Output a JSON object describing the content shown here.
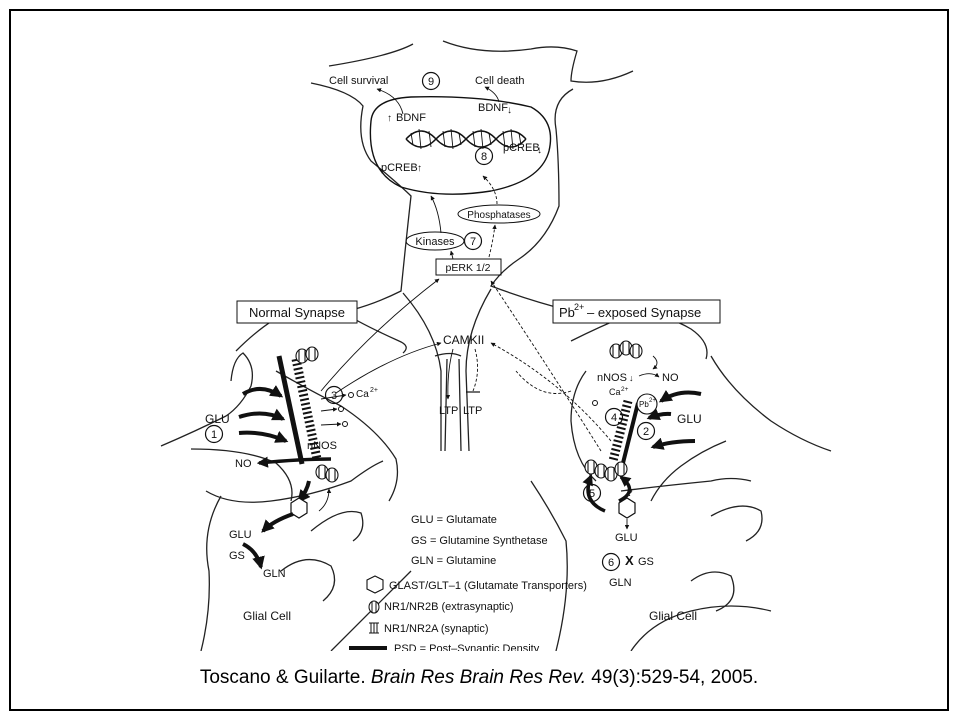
{
  "slide": {
    "citation": {
      "authors": "Toscano & Guilarte.",
      "journal": "Brain Res Brain Res Rev.",
      "details": "49(3):529-54, 2005."
    }
  },
  "diagram": {
    "nucleus": {
      "cell_survival": "Cell survival",
      "step_9": "9",
      "cell_death": "Cell death",
      "bdnf_up": "BDNF",
      "bdnf_down": "BDNF",
      "step_8": "8",
      "pcreb_up": "pCREB",
      "pcreb_down": "pCREB"
    },
    "signaling": {
      "phosphatases": "Phosphatases",
      "kinases": "Kinases",
      "step_7": "7",
      "perk": "pERK 1/2",
      "camkii": "CAMKII",
      "ltp_left": "LTP",
      "ltp_right": "LTP"
    },
    "normal_synapse": {
      "title": "Normal Synapse",
      "step_3": "3",
      "ca": "Ca",
      "ca_sup": "2+",
      "glu": "GLU",
      "step_1": "1",
      "nnos": "nNOS",
      "no": "NO"
    },
    "pb_synapse": {
      "title_pb": "Pb",
      "title_sup": "2+",
      "title_rest": "– exposed Synapse",
      "nnos": "nNOS",
      "no": "NO",
      "ca": "Ca",
      "ca_sup": "2+",
      "step_4": "4",
      "pb": "Pb",
      "pb_sup": "2+",
      "step_2": "2",
      "glu": "GLU",
      "step_5": "5",
      "question": "?"
    },
    "glia_left": {
      "glu": "GLU",
      "gs": "GS",
      "gln": "GLN",
      "glial_cell": "Glial Cell"
    },
    "glia_right": {
      "glu": "GLU",
      "step_6": "6",
      "x_mark": "X",
      "gs": "GS",
      "gln": "GLN",
      "glial_cell": "Glial Cell"
    },
    "legend": {
      "glu": "GLU = Glutamate",
      "gs": "GS = Glutamine Synthetase",
      "gln": "GLN = Glutamine",
      "glast": "GLAST/GLT–1 (Glutamate Transporters)",
      "nr2b": "NR1/NR2B (extrasynaptic)",
      "nr2a": "NR1/NR2A (synaptic)",
      "psd": "PSD = Post–Synaptic Density"
    }
  }
}
